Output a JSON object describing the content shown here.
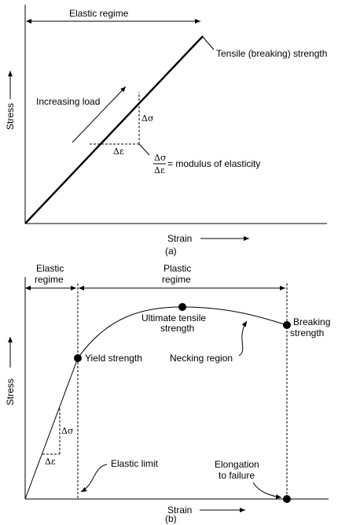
{
  "figure_a": {
    "region_label": "Elastic regime",
    "endpoint_label": "Tensile (breaking) strength",
    "arrow_label": "Increasing load",
    "delta_sigma": "Δσ",
    "delta_epsilon": "Δε",
    "ratio_numerator": "Δσ",
    "ratio_denominator": "Δε",
    "ratio_text": "= modulus of elasticity",
    "y_axis_label": "Stress",
    "x_axis_label": "Strain",
    "caption": "(a)"
  },
  "figure_b": {
    "elastic_region_line1": "Elastic",
    "elastic_region_line2": "regime",
    "plastic_region_line1": "Plastic",
    "plastic_region_line2": "regime",
    "uts_line1": "Ultimate tensile",
    "uts_line2": "strength",
    "breaking_line1": "Breaking",
    "breaking_line2": "strength",
    "yield_label": "Yield strength",
    "necking_label": "Necking region",
    "elastic_limit_label": "Elastic limit",
    "elongation_line1": "Elongation",
    "elongation_line2": "to failure",
    "delta_sigma": "Δσ",
    "delta_epsilon": "Δε",
    "y_axis_label": "Stress",
    "x_axis_label": "Strain",
    "caption": "(b)"
  }
}
